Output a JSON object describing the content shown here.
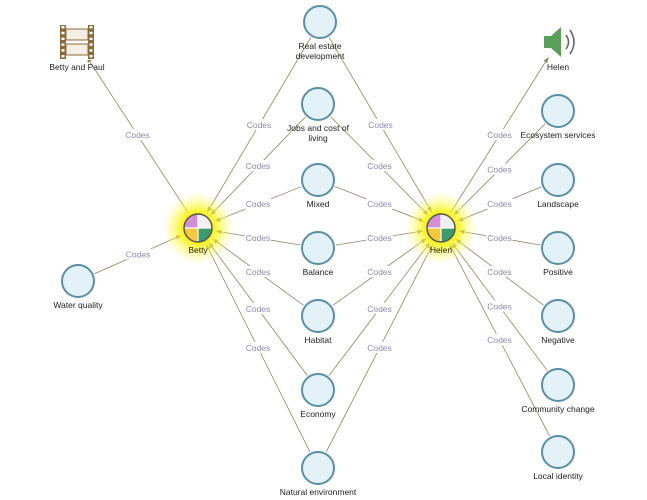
{
  "diagram": {
    "edge_label": "Codes",
    "colors": {
      "node_fill": "#e3f2f8",
      "node_stroke": "#5b8fa8",
      "edge": "#8c8568",
      "glow": "#f5f000"
    },
    "cases": [
      {
        "id": "betty",
        "label": "Betty"
      },
      {
        "id": "helen",
        "label": "Helen"
      }
    ],
    "sources": [
      {
        "id": "betty_paul",
        "label": "Betty and Paul",
        "icon": "film-strip-icon"
      },
      {
        "id": "helen_audio",
        "label": "Helen",
        "icon": "speaker-icon"
      }
    ],
    "nodes": [
      {
        "id": "real_estate",
        "lines": [
          "Real estate",
          "development"
        ]
      },
      {
        "id": "jobs",
        "lines": [
          "Jobs and cost of",
          "living"
        ]
      },
      {
        "id": "mixed",
        "lines": [
          "Mixed"
        ]
      },
      {
        "id": "balance",
        "lines": [
          "Balance"
        ]
      },
      {
        "id": "habitat",
        "lines": [
          "Habitat"
        ]
      },
      {
        "id": "economy",
        "lines": [
          "Economy"
        ]
      },
      {
        "id": "natural_env",
        "lines": [
          "Natural environment"
        ]
      },
      {
        "id": "water_quality",
        "lines": [
          "Water quality"
        ]
      },
      {
        "id": "ecosystem",
        "lines": [
          "Ecosystem services"
        ]
      },
      {
        "id": "landscape",
        "lines": [
          "Landscape"
        ]
      },
      {
        "id": "positive",
        "lines": [
          "Positive"
        ]
      },
      {
        "id": "negative",
        "lines": [
          "Negative"
        ]
      },
      {
        "id": "community",
        "lines": [
          "Community change"
        ]
      },
      {
        "id": "local_identity",
        "lines": [
          "Local identity"
        ]
      }
    ],
    "edges": [
      [
        "betty",
        "betty_paul"
      ],
      [
        "water_quality",
        "betty"
      ],
      [
        "real_estate",
        "betty"
      ],
      [
        "jobs",
        "betty"
      ],
      [
        "mixed",
        "betty"
      ],
      [
        "balance",
        "betty"
      ],
      [
        "habitat",
        "betty"
      ],
      [
        "economy",
        "betty"
      ],
      [
        "natural_env",
        "betty"
      ],
      [
        "real_estate",
        "helen"
      ],
      [
        "jobs",
        "helen"
      ],
      [
        "mixed",
        "helen"
      ],
      [
        "balance",
        "helen"
      ],
      [
        "habitat",
        "helen"
      ],
      [
        "economy",
        "helen"
      ],
      [
        "natural_env",
        "helen"
      ],
      [
        "helen",
        "helen_audio"
      ],
      [
        "ecosystem",
        "helen"
      ],
      [
        "landscape",
        "helen"
      ],
      [
        "positive",
        "helen"
      ],
      [
        "negative",
        "helen"
      ],
      [
        "community",
        "helen"
      ],
      [
        "local_identity",
        "helen"
      ]
    ]
  }
}
